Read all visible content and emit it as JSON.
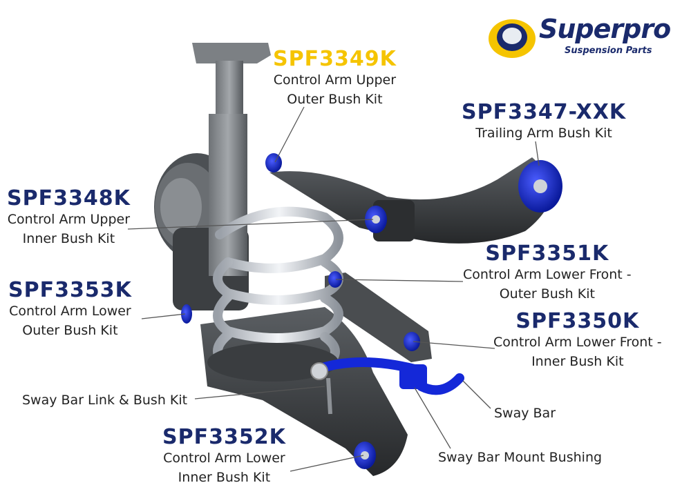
{
  "logo": {
    "brand": "Superpro",
    "tagline": "Suspension Parts"
  },
  "labels": {
    "spf3349k": {
      "code": "SPF3349K",
      "line1": "Control Arm Upper",
      "line2": "Outer Bush Kit"
    },
    "spf3347": {
      "code": "SPF3347-XXK",
      "line1": "Trailing Arm Bush Kit"
    },
    "spf3348k": {
      "code": "SPF3348K",
      "line1": "Control Arm Upper",
      "line2": "Inner Bush Kit"
    },
    "spf3351k": {
      "code": "SPF3351K",
      "line1": "Control Arm Lower Front -",
      "line2": "Outer Bush Kit"
    },
    "spf3353k": {
      "code": "SPF3353K",
      "line1": "Control Arm Lower",
      "line2": "Outer Bush Kit"
    },
    "spf3350k": {
      "code": "SPF3350K",
      "line1": "Control Arm Lower Front -",
      "line2": "Inner Bush Kit"
    },
    "sway_link": {
      "text": "Sway Bar Link & Bush Kit"
    },
    "sway_bar": {
      "text": "Sway Bar"
    },
    "spf3352k": {
      "code": "SPF3352K",
      "line1": "Control Arm Lower",
      "line2": "Inner Bush Kit"
    },
    "sway_mount": {
      "text": "Sway Bar Mount Bushing"
    }
  },
  "colors": {
    "code_blue": "#1a2a6c",
    "code_yellow": "#f5c400",
    "bush_blue": "#1428d8",
    "arm_dark": "#3a3d40",
    "spring": "#d9dde3"
  }
}
